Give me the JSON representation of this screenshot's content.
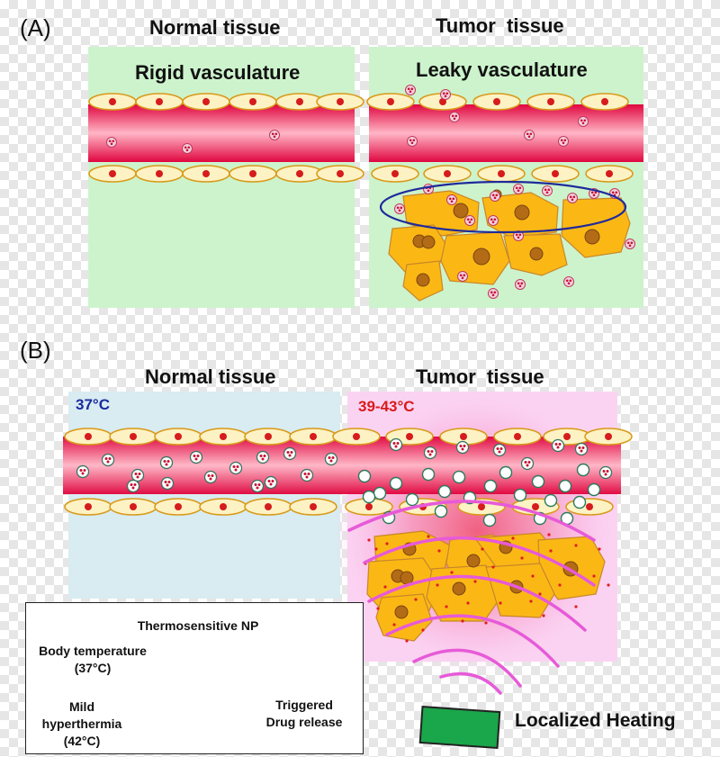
{
  "panel_a": {
    "label": "(A)",
    "normal_title": "Normal tissue",
    "tumor_title": "Tumor  tissue",
    "normal_sub": "Rigid vasculature",
    "tumor_sub": "Leaky vasculature"
  },
  "panel_b": {
    "label": "(B)",
    "normal_title": "Normal tissue",
    "tumor_title": "Tumor  tissue",
    "normal_temp": "37°C",
    "tumor_temp": "39-43°C"
  },
  "legend": {
    "title": "Thermosensitive NP",
    "body_temp": "Body temperature\n(37°C)",
    "mild": "Mild\nhyperthermia\n(42°C)",
    "triggered": "Triggered\nDrug release"
  },
  "heating_label": "Localized Heating",
  "colors": {
    "normal_bg_a": "#cdf3cc",
    "normal_bg_b": "#d8ecf1",
    "tumor_bg_b": "#fbd3f2",
    "vessel": "#e8174f",
    "cell": "#fbb815",
    "nucleus": "#b36b16",
    "heater": "#1aa64a"
  }
}
